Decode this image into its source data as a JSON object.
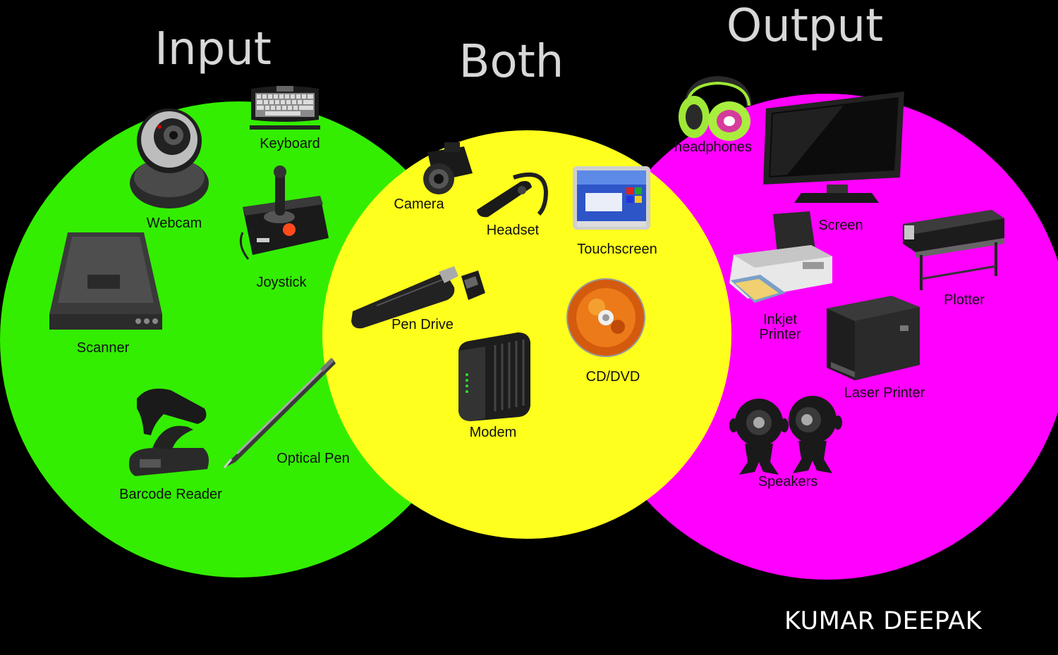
{
  "sets": {
    "input": {
      "title": "Input",
      "color": "#33ee00"
    },
    "both": {
      "title": "Both",
      "color": "#ffff1e"
    },
    "output": {
      "title": "Output",
      "color": "#ff00ff"
    }
  },
  "items": {
    "webcam": {
      "label": "Webcam",
      "icon": "webcam-icon"
    },
    "keyboard": {
      "label": "Keyboard",
      "icon": "keyboard-icon"
    },
    "joystick": {
      "label": "Joystick",
      "icon": "joystick-icon"
    },
    "scanner": {
      "label": "Scanner",
      "icon": "scanner-icon"
    },
    "barcode_reader": {
      "label": "Barcode Reader",
      "icon": "barcode-reader-icon"
    },
    "optical_pen": {
      "label": "Optical Pen",
      "icon": "optical-pen-icon"
    },
    "camera": {
      "label": "Camera",
      "icon": "camera-icon"
    },
    "headset": {
      "label": "Headset",
      "icon": "headset-icon"
    },
    "touchscreen": {
      "label": "Touchscreen",
      "icon": "touchscreen-icon"
    },
    "pen_drive": {
      "label": "Pen Drive",
      "icon": "pen-drive-icon"
    },
    "cd_dvd": {
      "label": "CD/DVD",
      "icon": "cd-dvd-icon"
    },
    "modem": {
      "label": "Modem",
      "icon": "modem-icon"
    },
    "headphones": {
      "label": "headphones",
      "icon": "headphones-icon"
    },
    "screen": {
      "label": "Screen",
      "icon": "monitor-icon"
    },
    "inkjet_printer": {
      "label": "Inkjet\nPrinter",
      "icon": "inkjet-printer-icon"
    },
    "plotter": {
      "label": "Plotter",
      "icon": "plotter-icon"
    },
    "laser_printer": {
      "label": "Laser Printer",
      "icon": "laser-printer-icon"
    },
    "speakers": {
      "label": "Speakers",
      "icon": "speakers-icon"
    }
  },
  "credit": "KUMAR DEEPAK"
}
